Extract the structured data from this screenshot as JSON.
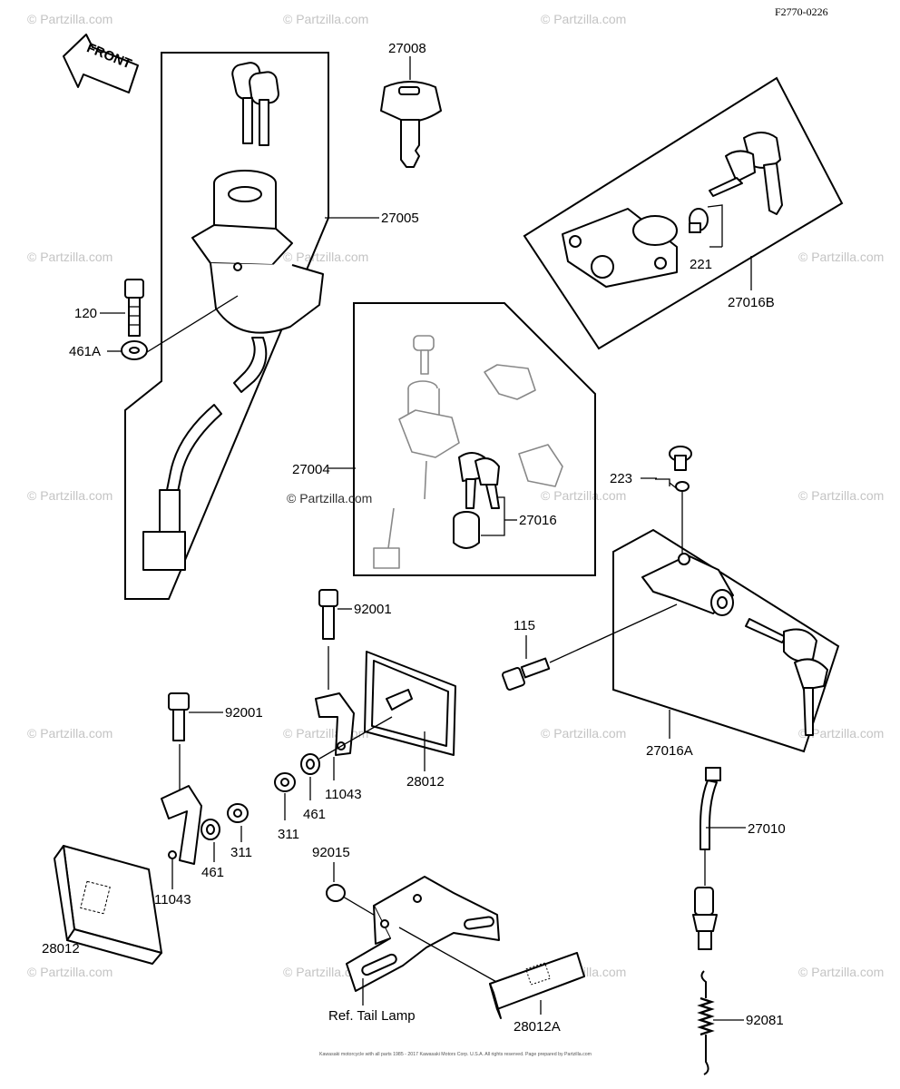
{
  "figure_number": "F2770-0226",
  "watermark": "© Partzilla.com",
  "front_arrow": "FRONT",
  "footer_copyright": "Kawasaki motorcycle with all parts 1985 - 2017 Kawasaki Motors Corp. U.S.A. All rights reserved. Page prepared by Partzilla.com",
  "parts": {
    "p27008": "27008",
    "p27005": "27005",
    "p120": "120",
    "p461A": "461A",
    "p221": "221",
    "p27016B": "27016B",
    "p27004": "27004",
    "p27016": "27016",
    "p223": "223",
    "p92001a": "92001",
    "p115": "115",
    "p92001b": "92001",
    "p11043a": "11043",
    "p461a": "461",
    "p28012a": "28012",
    "p311a": "311",
    "p27016A": "27016A",
    "p311b": "311",
    "p461b": "461",
    "p11043b": "11043",
    "p28012b": "28012",
    "p92015": "92015",
    "p27010": "27010",
    "ref_tail_lamp": "Ref. Tail Lamp",
    "p28012A": "28012A",
    "p92081": "92081"
  }
}
